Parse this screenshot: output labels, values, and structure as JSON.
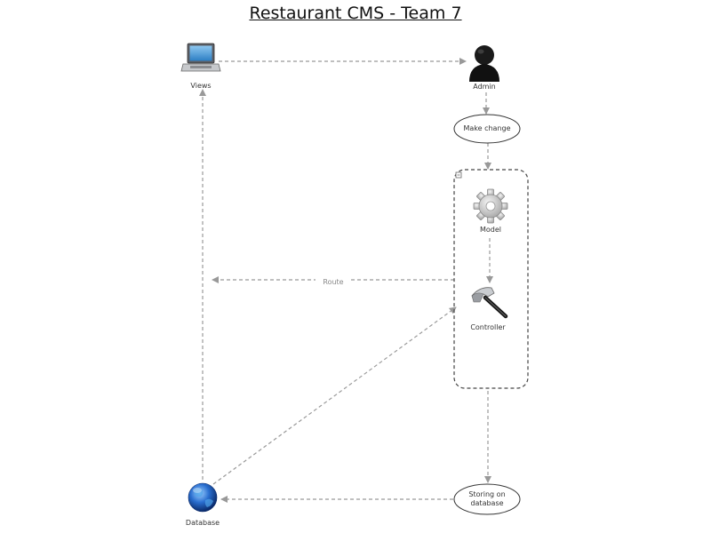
{
  "title": "Restaurant CMS - Team 7",
  "nodes": {
    "views": {
      "label": "Views",
      "icon": "laptop-icon"
    },
    "admin": {
      "label": "Admin",
      "icon": "admin-user-icon"
    },
    "make_change": {
      "label": "Make change"
    },
    "model": {
      "label": "Model",
      "icon": "gear-icon"
    },
    "controller": {
      "label": "Controller",
      "icon": "hammer-icon"
    },
    "storing": {
      "label_line1": "Storing on",
      "label_line2": "database"
    },
    "database": {
      "label": "Database",
      "icon": "globe-icon"
    }
  },
  "edges": {
    "route_label": "Route"
  },
  "colors": {
    "edge": "#999999",
    "group_border": "#444444"
  }
}
